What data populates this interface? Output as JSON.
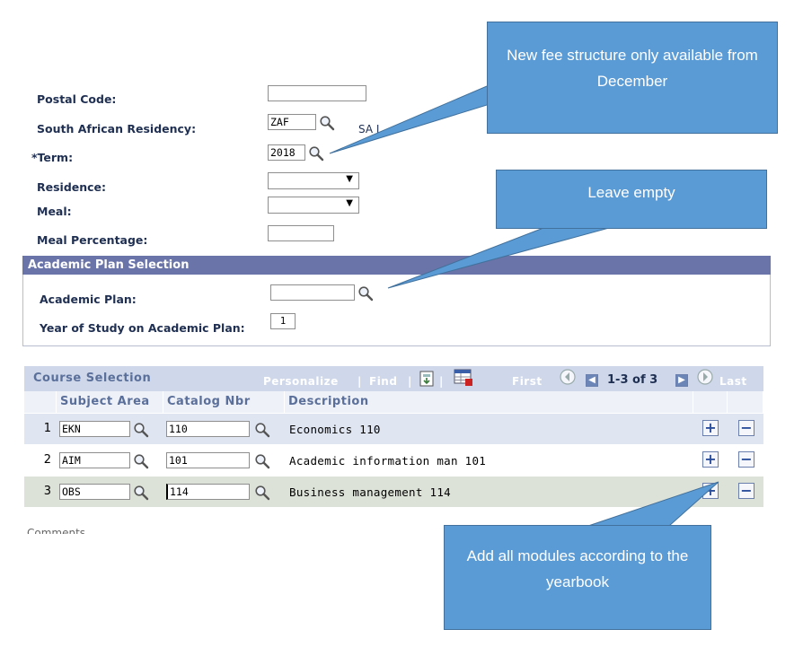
{
  "form": {
    "postal_code_label": "Postal Code:",
    "postal_code_value": "",
    "residency_label": "South African Residency:",
    "residency_value": "ZAF",
    "residency_desc": "SA I",
    "term_label": "*Term:",
    "term_value": "2018",
    "residence_label": "Residence:",
    "meal_label": "Meal:",
    "meal_percentage_label": "Meal Percentage:",
    "meal_percentage_value": ""
  },
  "academic_plan": {
    "section_title": "Academic Plan Selection",
    "plan_label": "Academic Plan:",
    "plan_value": "",
    "year_label": "Year of Study on Academic Plan:",
    "year_value": "1"
  },
  "course_selection": {
    "title": "Course Selection",
    "personalize": "Personalize",
    "separator": "|",
    "find": "Find",
    "first": "First",
    "range": "1-3 of 3",
    "last": "Last",
    "columns": [
      "Subject Area",
      "Catalog Nbr",
      "Description"
    ],
    "rows": [
      {
        "num": "1",
        "subject": "EKN",
        "catalog": "110",
        "description": "Economics 110"
      },
      {
        "num": "2",
        "subject": "AIM",
        "catalog": "101",
        "description": "Academic information man 101"
      },
      {
        "num": "3",
        "subject": "OBS",
        "catalog": "114",
        "description": "Business management 114"
      }
    ],
    "add_symbol": "+",
    "remove_symbol": "−"
  },
  "comments_label": "Comments",
  "callouts": {
    "fee": "New fee structure only available from December",
    "leave_empty": "Leave empty",
    "modules": "Add all modules according to the yearbook"
  },
  "colors": {
    "section_bar": "#6b74a8",
    "grid_header": "#cfd8ea",
    "callout_fill": "#5b9bd5",
    "callout_border": "#41719c"
  },
  "icons": [
    "magnifier-icon",
    "dropdown-arrow-icon",
    "download-icon",
    "grid-view-icon",
    "prev-arrow-icon",
    "next-arrow-icon",
    "plus-icon",
    "minus-icon"
  ]
}
